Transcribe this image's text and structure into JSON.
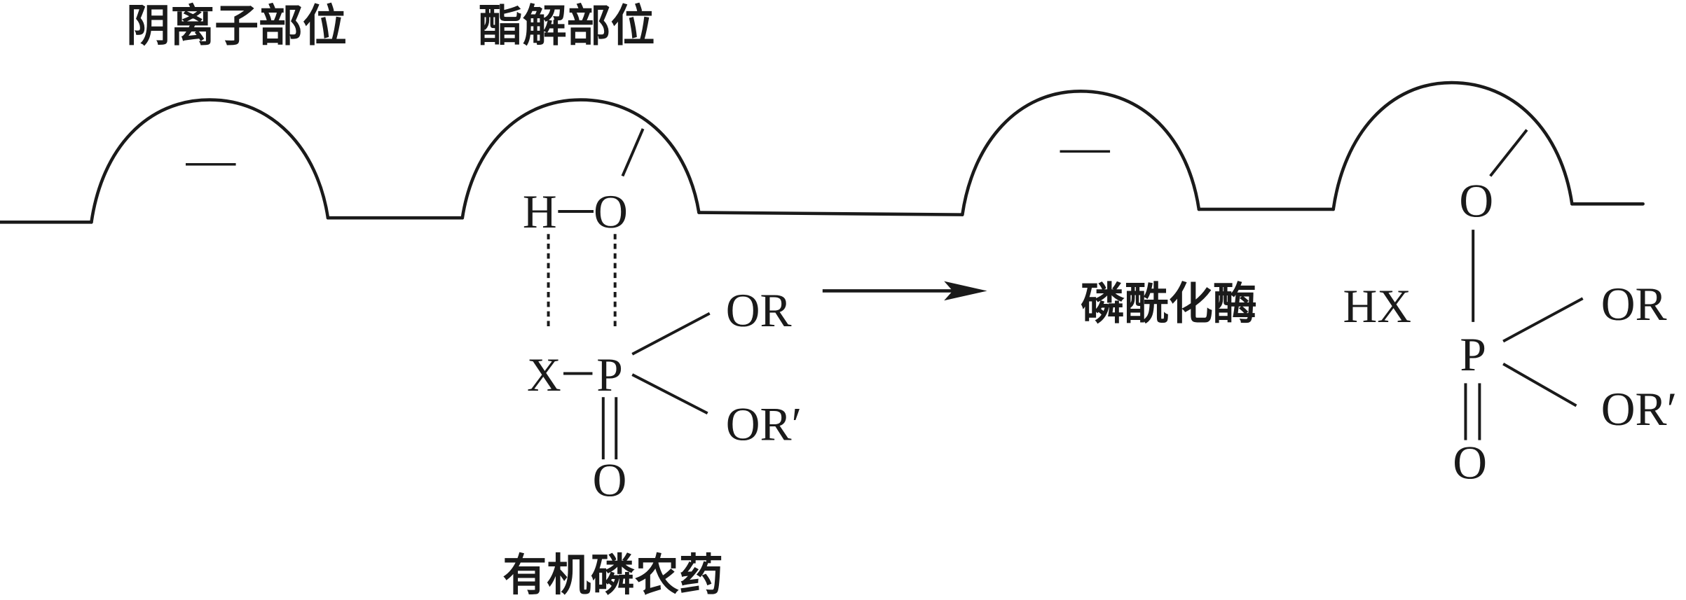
{
  "labels": {
    "anionic_site": "阴离子部位",
    "esteratic_site": "酯解部位",
    "enzyme": "磷酰化酶",
    "pesticide": "有机磷农药"
  },
  "charges": {
    "left_site": "—",
    "right_site": "—"
  },
  "reactant": {
    "h": "H",
    "o_enzyme": "O",
    "x": "X",
    "p": "P",
    "or": "OR",
    "or_prime": "OR′",
    "o_double": "O"
  },
  "product": {
    "leaving_group": "HX",
    "o_enzyme": "O",
    "p": "P",
    "or": "OR",
    "or_prime": "OR′",
    "o_double": "O"
  }
}
